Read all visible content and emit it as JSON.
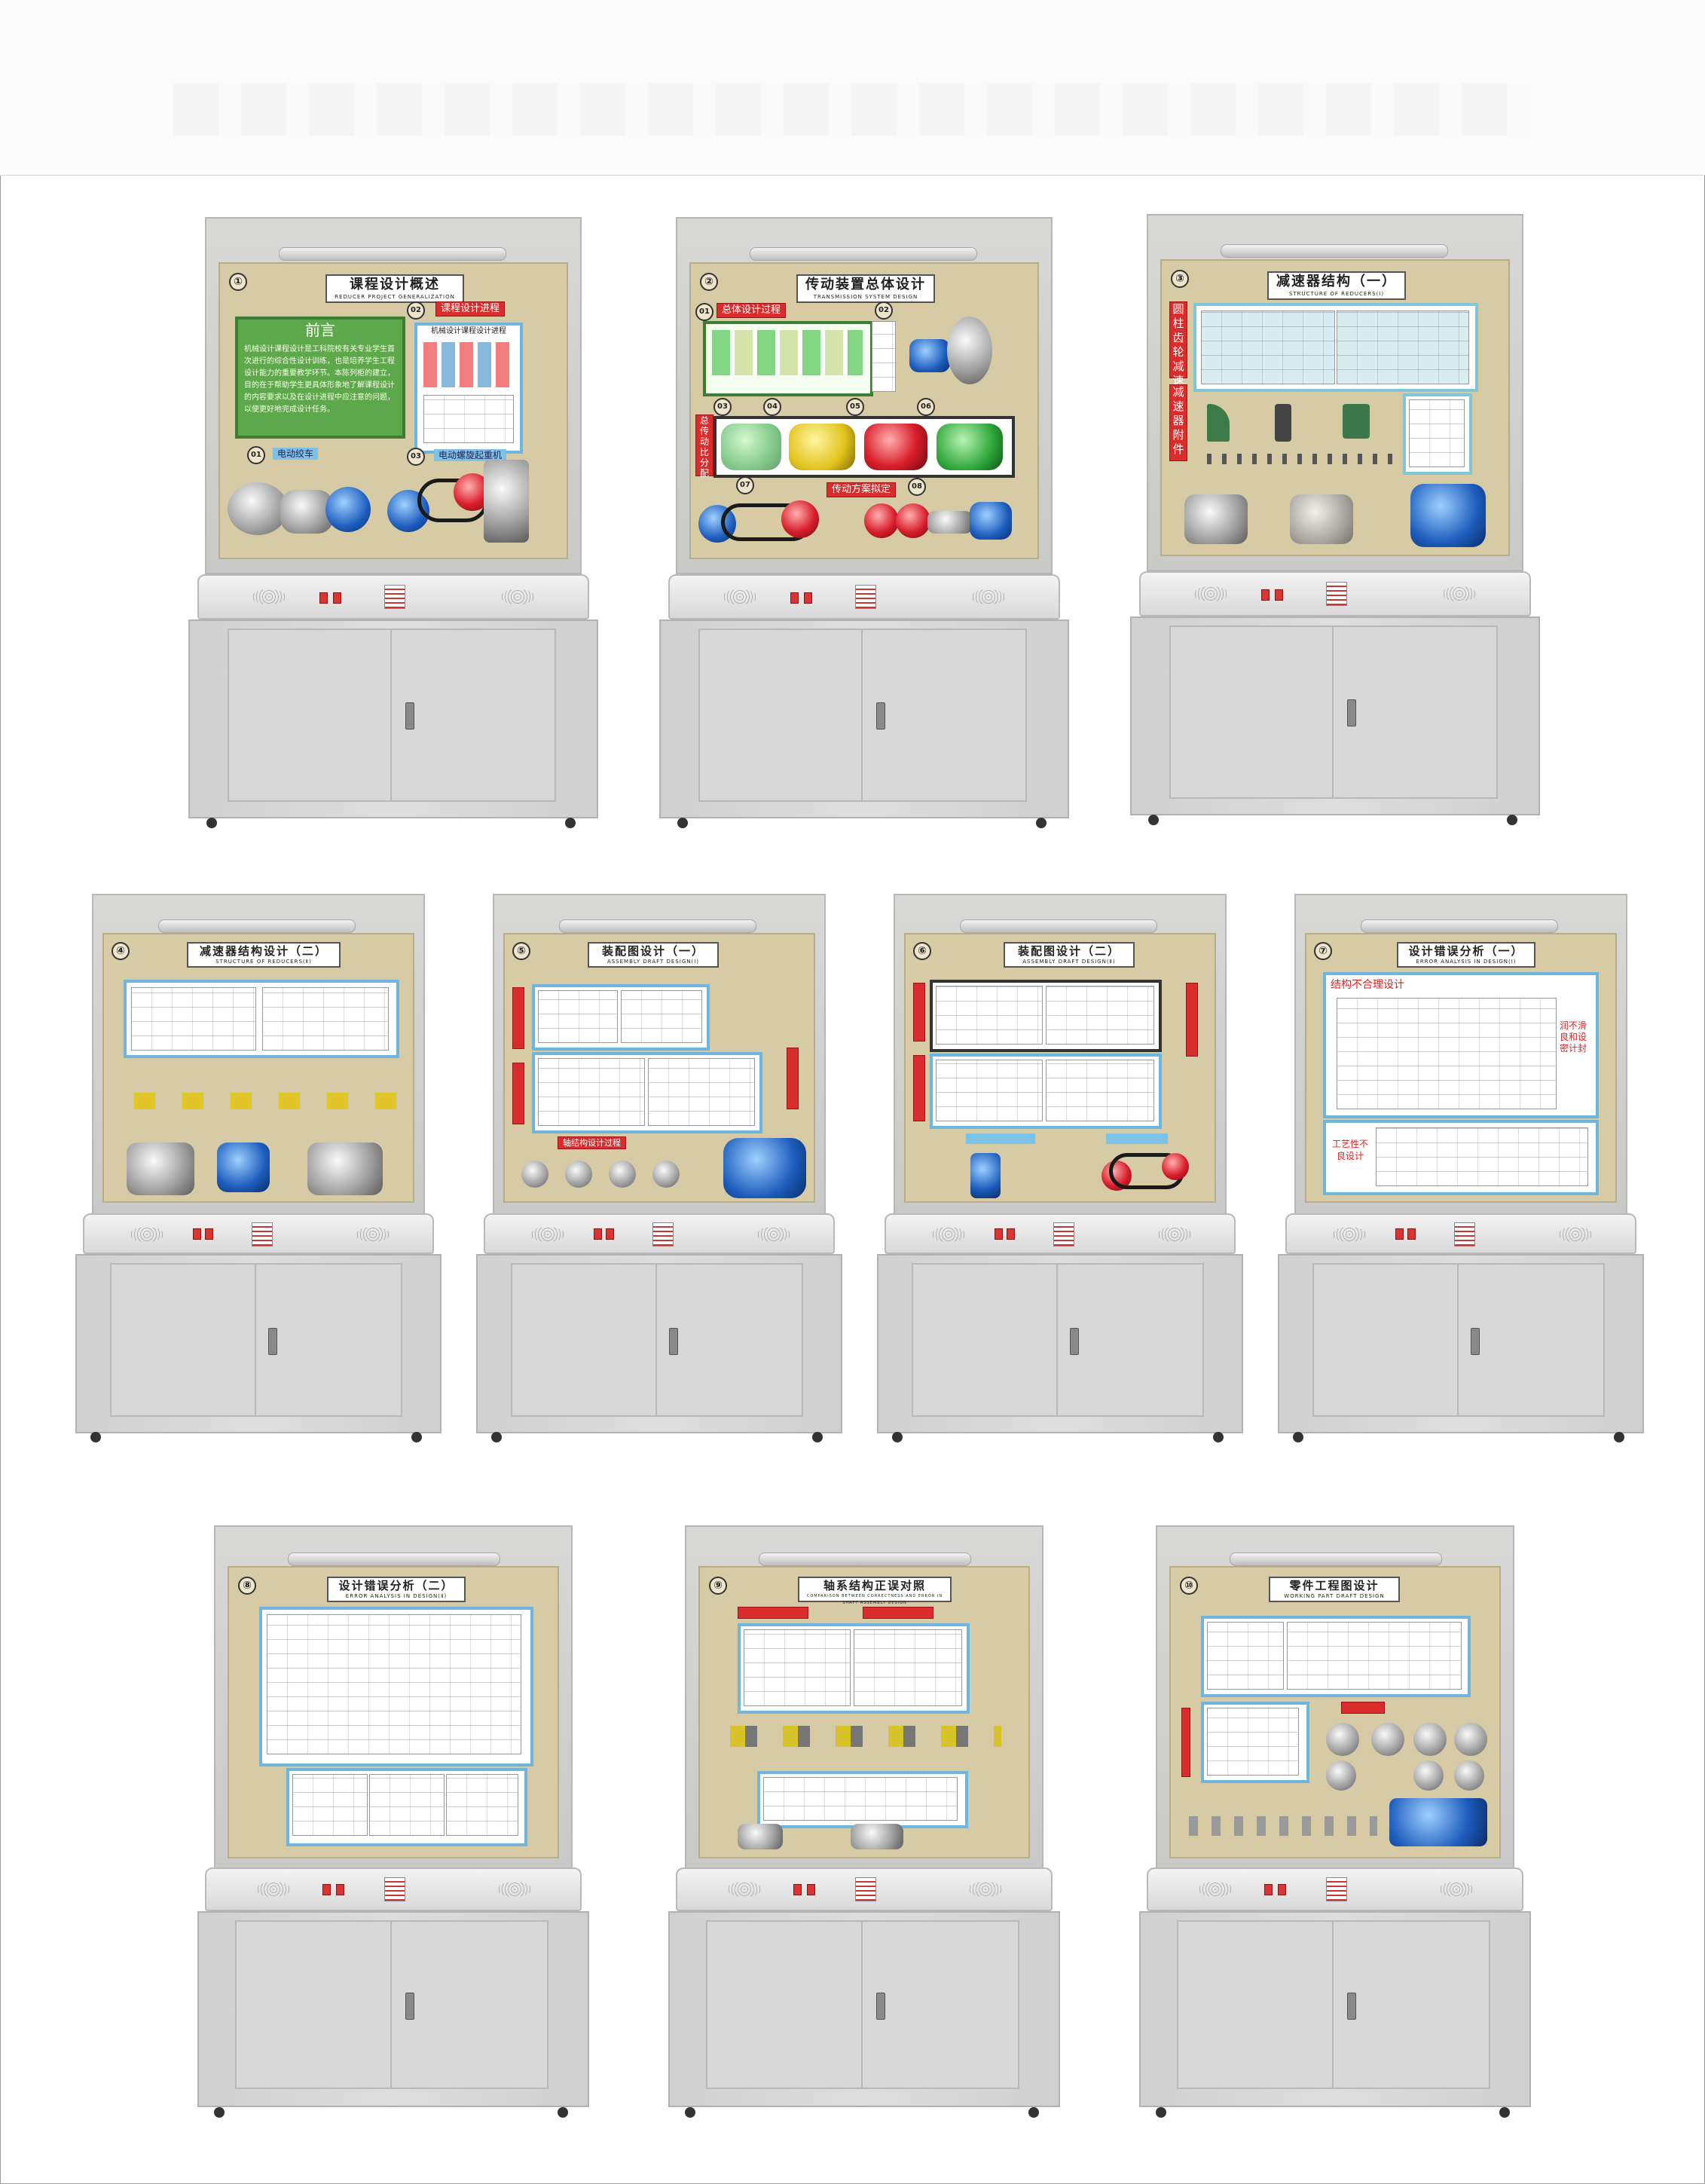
{
  "cabinets": [
    {
      "num": "①",
      "title": "课程设计概述",
      "subtitle": "REDUCER PROJECT GENERALIZATION",
      "preface_title": "前言",
      "preface_text": "机械设计课程设计是工科院校有关专业学生首次进行的综合性设计训练，也是培养学生工程设计能力的重要教学环节。本陈列柜的建立，目的在于帮助学生更具体形象地了解课程设计的内容要求以及在设计进程中应注意的问题，以便更好地完成设计任务。",
      "tag_process": "课程设计进程",
      "process_title": "机械设计课程设计进程",
      "n01": "01",
      "n02": "02",
      "n03": "03",
      "label_01": "电动绞车",
      "label_03": "电动螺旋起重机"
    },
    {
      "num": "②",
      "title": "传动装置总体设计",
      "subtitle": "TRANSMISSION SYSTEM DESIGN",
      "tag_overall": "总体设计过程",
      "vtag": "总传动比分配",
      "tag_scheme": "传动方案拟定",
      "n01": "01",
      "n02": "02",
      "n03": "03",
      "n04": "04",
      "n05": "05",
      "n06": "06",
      "n07": "07",
      "n08": "08"
    },
    {
      "num": "③",
      "title": "减速器结构（一）",
      "subtitle": "STRUCTURE OF REDUCERS(Ⅰ)",
      "vtag1": "圆柱齿轮减速器",
      "vtag2": "减速器附件"
    },
    {
      "num": "④",
      "title": "减速器结构设计（二）",
      "subtitle": "STRUCTURE OF REDUCERS(Ⅱ)"
    },
    {
      "num": "⑤",
      "title": "装配图设计（一）",
      "subtitle": "ASSEMBLY DRAFT DESIGN(Ⅰ)",
      "tag_axle": "轴结构设计过程"
    },
    {
      "num": "⑥",
      "title": "装配图设计（二）",
      "subtitle": "ASSEMBLY DRAFT DESIGN(Ⅱ)"
    },
    {
      "num": "⑦",
      "title": "设计错误分析（一）",
      "subtitle": "ERROR ANALYSIS IN DESIGN(Ⅰ)",
      "txt1": "结构不合理设计",
      "txt2": "润不滑良和设密计封",
      "txt3": "工艺性不良设计"
    },
    {
      "num": "⑧",
      "title": "设计错误分析（二）",
      "subtitle": "ERROR ANALYSIS IN DESIGN(Ⅱ)"
    },
    {
      "num": "⑨",
      "title": "轴系结构正误对照",
      "subtitle": "COMPARISON BETWEEN CORRECTNESS AND ERROR IN SHAFT ASSEMBLY DESIGN"
    },
    {
      "num": "⑩",
      "title": "零件工程图设计",
      "subtitle": "WORKING PART DRAFT DESIGN"
    }
  ],
  "colors": {
    "board": "#d7cba6",
    "red_tag": "#d92d2d",
    "blue_tag": "#7ec3e6",
    "cabinet": "#d8d8d8"
  }
}
